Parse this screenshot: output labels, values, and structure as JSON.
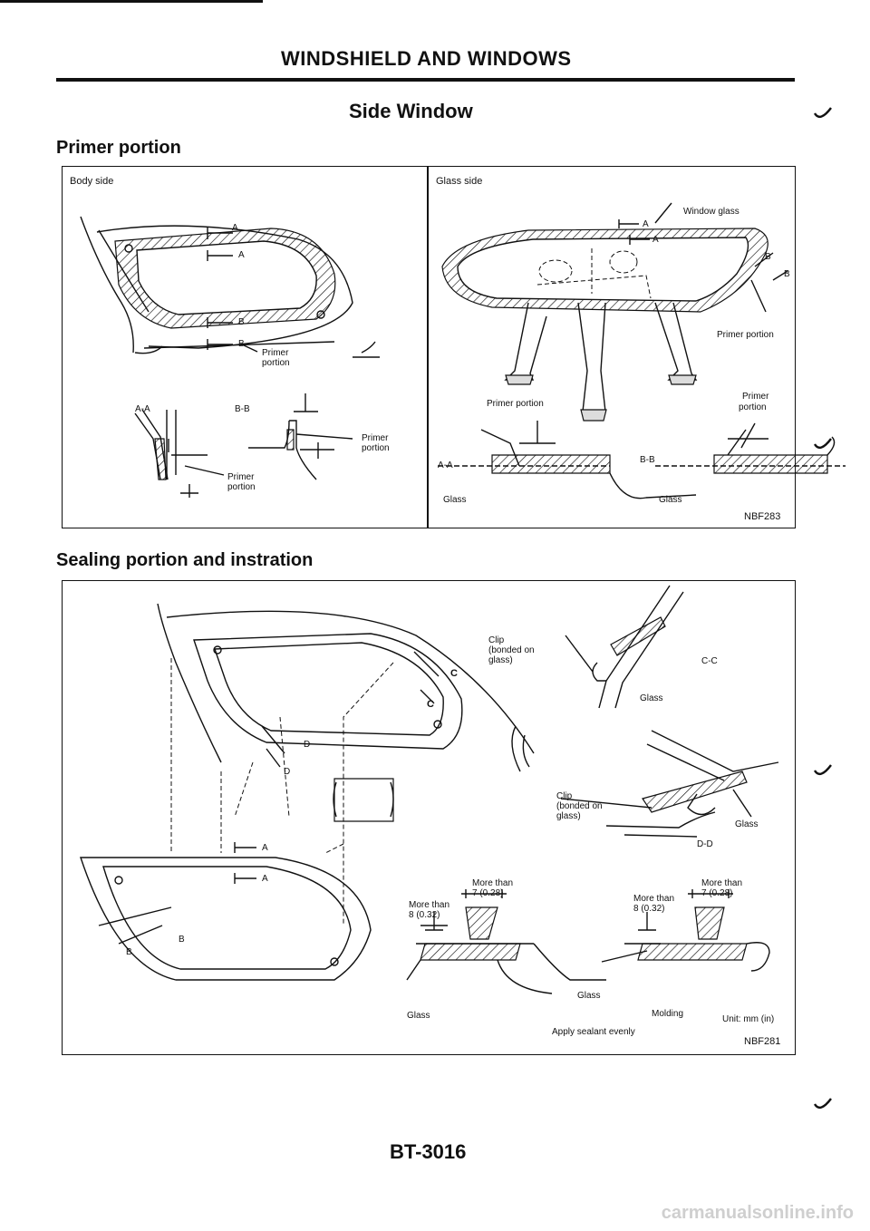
{
  "header": {
    "title": "WINDSHIELD AND WINDOWS",
    "section": "Side Window"
  },
  "primer": {
    "heading": "Primer portion",
    "body_side": {
      "label": "Body side",
      "sec_a": "A-A",
      "sec_b": "B-B",
      "mark_a": "A",
      "mark_b": "B",
      "primer1": "Primer",
      "portion1": "portion",
      "primer2": "Primer",
      "portion2": "portion",
      "primer3": "Primer",
      "portion3": "portion"
    },
    "glass_side": {
      "label": "Glass side",
      "window_glass": "Window glass",
      "mark_a": "A",
      "mark_b": "B",
      "primer_portion_right": "Primer portion",
      "primer_portion_mid": "Primer portion",
      "primer_r2": "Primer",
      "portion_r2": "portion",
      "sec_a": "A-A",
      "sec_b": "B-B",
      "glass1": "Glass",
      "glass2": "Glass",
      "code": "NBF283"
    }
  },
  "sealing": {
    "heading": "Sealing portion and instration",
    "clip1": "Clip",
    "bonded1": "(bonded on",
    "glass1p": "glass)",
    "cc": "C-C",
    "glass_cc": "Glass",
    "clip2": "Clip",
    "bonded2": "(bonded on",
    "glass2p": "glass)",
    "glass_dd": "Glass",
    "dd": "D-D",
    "mark_c": "C",
    "mark_d": "D",
    "mark_a": "A",
    "mark_b": "B",
    "more_than_1": "More than",
    "v728_1": "7 (0.28)",
    "more_than_2": "More than",
    "v832_1": "8 (0.32)",
    "more_than_3": "More than",
    "v728_2": "7 (0.28)",
    "more_than_4": "More than",
    "v832_2": "8 (0.32)",
    "glass_l": "Glass",
    "glass_r": "Glass",
    "molding": "Molding",
    "unit": "Unit: mm (in)",
    "apply": "Apply sealant evenly",
    "code": "NBF281"
  },
  "footer": {
    "page": "BT-3016"
  },
  "watermark": "carmanualsonline.info"
}
